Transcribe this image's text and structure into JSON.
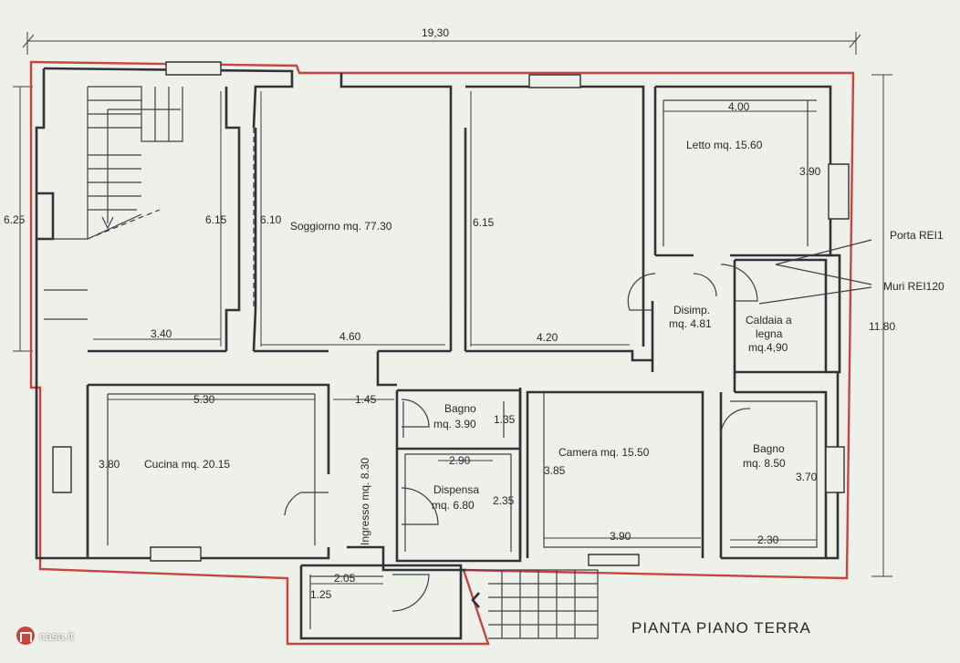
{
  "title": "PIANTA PIANO TERRA",
  "logo_text": "casa.it",
  "dimensions": {
    "total_width": "19,30",
    "total_height": "11.80",
    "left_height": "6.25"
  },
  "rooms": {
    "soggiorno": "Soggiorno   mq. 77.30",
    "letto": "Letto  mq. 15.60",
    "disimp_1": "Disimp.",
    "disimp_2": "mq. 4.81",
    "caldaia_1": "Caldaia a",
    "caldaia_2": "legna",
    "caldaia_3": "mq.4,90",
    "cucina": "Cucina   mq. 20.15",
    "ingresso": "Ingresso   mq. 8.30",
    "bagno1_1": "Bagno",
    "bagno1_2": "mq. 3.90",
    "dispensa_1": "Dispensa",
    "dispensa_2": "mq. 6.80",
    "camera": "Camera   mq. 15.50",
    "bagno2_1": "Bagno",
    "bagno2_2": "mq. 8.50"
  },
  "measures": {
    "m615a": "6.15",
    "m610": "6.10",
    "m615b": "6.15",
    "m340": "3.40",
    "m460": "4.60",
    "m420": "4.20",
    "m400": "4.00",
    "m390v": "3.90",
    "m530": "5.30",
    "m380": "3.80",
    "m145": "1.45",
    "m135": "1.35",
    "m290": "2.90",
    "m235": "2.35",
    "m385": "3.85",
    "m390h": "3.90",
    "m370": "3.70",
    "m230": "2.30",
    "m205": "2.05",
    "m125": "1.25"
  },
  "notes": {
    "porta": "Porta REI1",
    "muri": "Muri REI120"
  },
  "colors": {
    "wall": "#2f3236",
    "boundary": "#c8453f",
    "paper": "#eef0ea",
    "brand": "#c8453f"
  }
}
